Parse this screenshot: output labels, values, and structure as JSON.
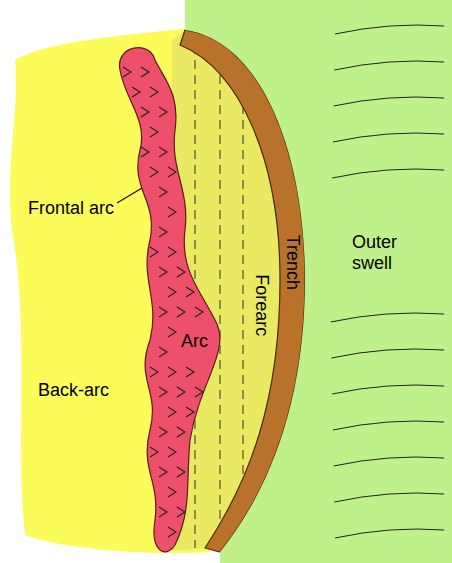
{
  "diagram": {
    "nodes": [
      {
        "text": [
          "Back-arc"
        ]
      },
      {
        "text": [
          "Forearc"
        ]
      },
      {
        "text": [
          "Arc"
        ]
      },
      {
        "text": [
          "Trench"
        ]
      },
      {
        "text": [
          "Outer swell"
        ]
      }
    ],
    "labels": [
      "Frontal arc"
    ]
  }
}
